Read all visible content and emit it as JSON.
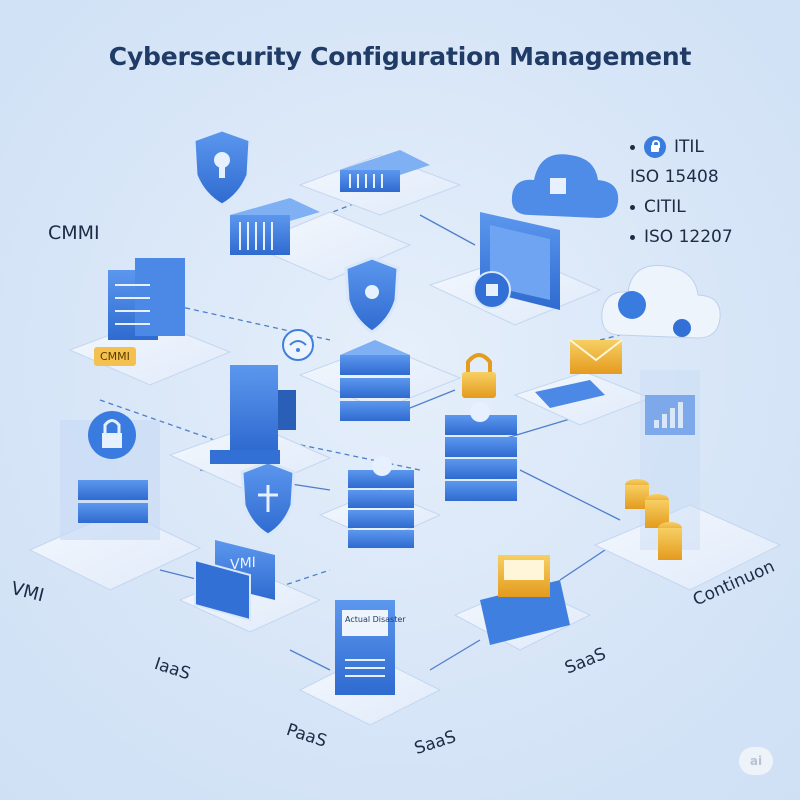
{
  "title": "Cybersecurity Configuration Management",
  "labels": {
    "cmmi": "CMMI",
    "vmi": "VMI",
    "iaas": "IaaS",
    "paas": "PaaS",
    "saas_bottom": "SaaS",
    "saas_right": "SaaS",
    "continuon": "Continuon"
  },
  "standards": [
    {
      "text": "ITIL",
      "icon": "lock-icon"
    },
    {
      "text": "ISO 15408",
      "icon": ""
    },
    {
      "text": "CITIL",
      "icon": ""
    },
    {
      "text": "ISO 12207",
      "icon": ""
    }
  ],
  "badges": {
    "cmmi_tag": "CMMI",
    "vmi_screen": "VMI",
    "server_text": "Actual Disaster",
    "ai_mark": "ai"
  },
  "colors": {
    "background": "#d6e5f7",
    "platform": "#eef4fc",
    "device_blue": "#3f7fe0",
    "device_dark": "#2a5fb8",
    "accent_gold": "#f2b233",
    "title": "#1f3b66"
  },
  "icons": [
    "shield-icon",
    "server-icon",
    "cloud-icon",
    "lock-icon",
    "envelope-icon",
    "wifi-icon",
    "chart-icon",
    "coins-icon",
    "folder-icon",
    "monitor-icon"
  ]
}
